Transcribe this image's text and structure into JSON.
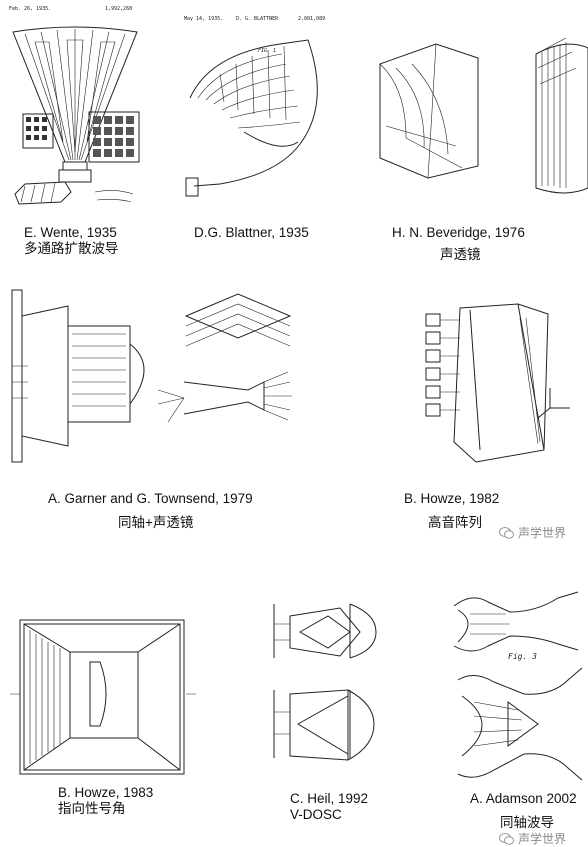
{
  "figures": [
    {
      "id": "wente",
      "caption_line1": "E. Wente, 1935",
      "caption_line2": "多通路扩散波导",
      "header": "Feb. 26, 1935.",
      "patent_no": "1,992,268"
    },
    {
      "id": "blattner",
      "caption_line1": "D.G. Blattner, 1935",
      "caption_line2": "",
      "header": "May 14, 1935.",
      "inventor": "D. G. BLATTNER",
      "patent_no": "2,001,089",
      "fig_label": "FIG. 1"
    },
    {
      "id": "beveridge",
      "caption_line1": "H. N. Beveridge, 1976",
      "caption_line2": "声透镜"
    },
    {
      "id": "garner",
      "caption_line1": "A. Garner and G. Townsend, 1979",
      "caption_line2": "同轴+声透镜"
    },
    {
      "id": "howze1982",
      "caption_line1": "B. Howze, 1982",
      "caption_line2": "高音阵列"
    },
    {
      "id": "howze1983",
      "caption_line1": "B. Howze, 1983",
      "caption_line2": "指向性号角"
    },
    {
      "id": "heil",
      "caption_line1": "C. Heil, 1992",
      "caption_line2": "V-DOSC"
    },
    {
      "id": "adamson",
      "caption_line1": "A. Adamson 2002",
      "caption_line2": "同轴波导",
      "fig_label": "Fig. 3"
    }
  ],
  "watermark": {
    "text": "声学世界",
    "icon": "wechat-icon"
  }
}
